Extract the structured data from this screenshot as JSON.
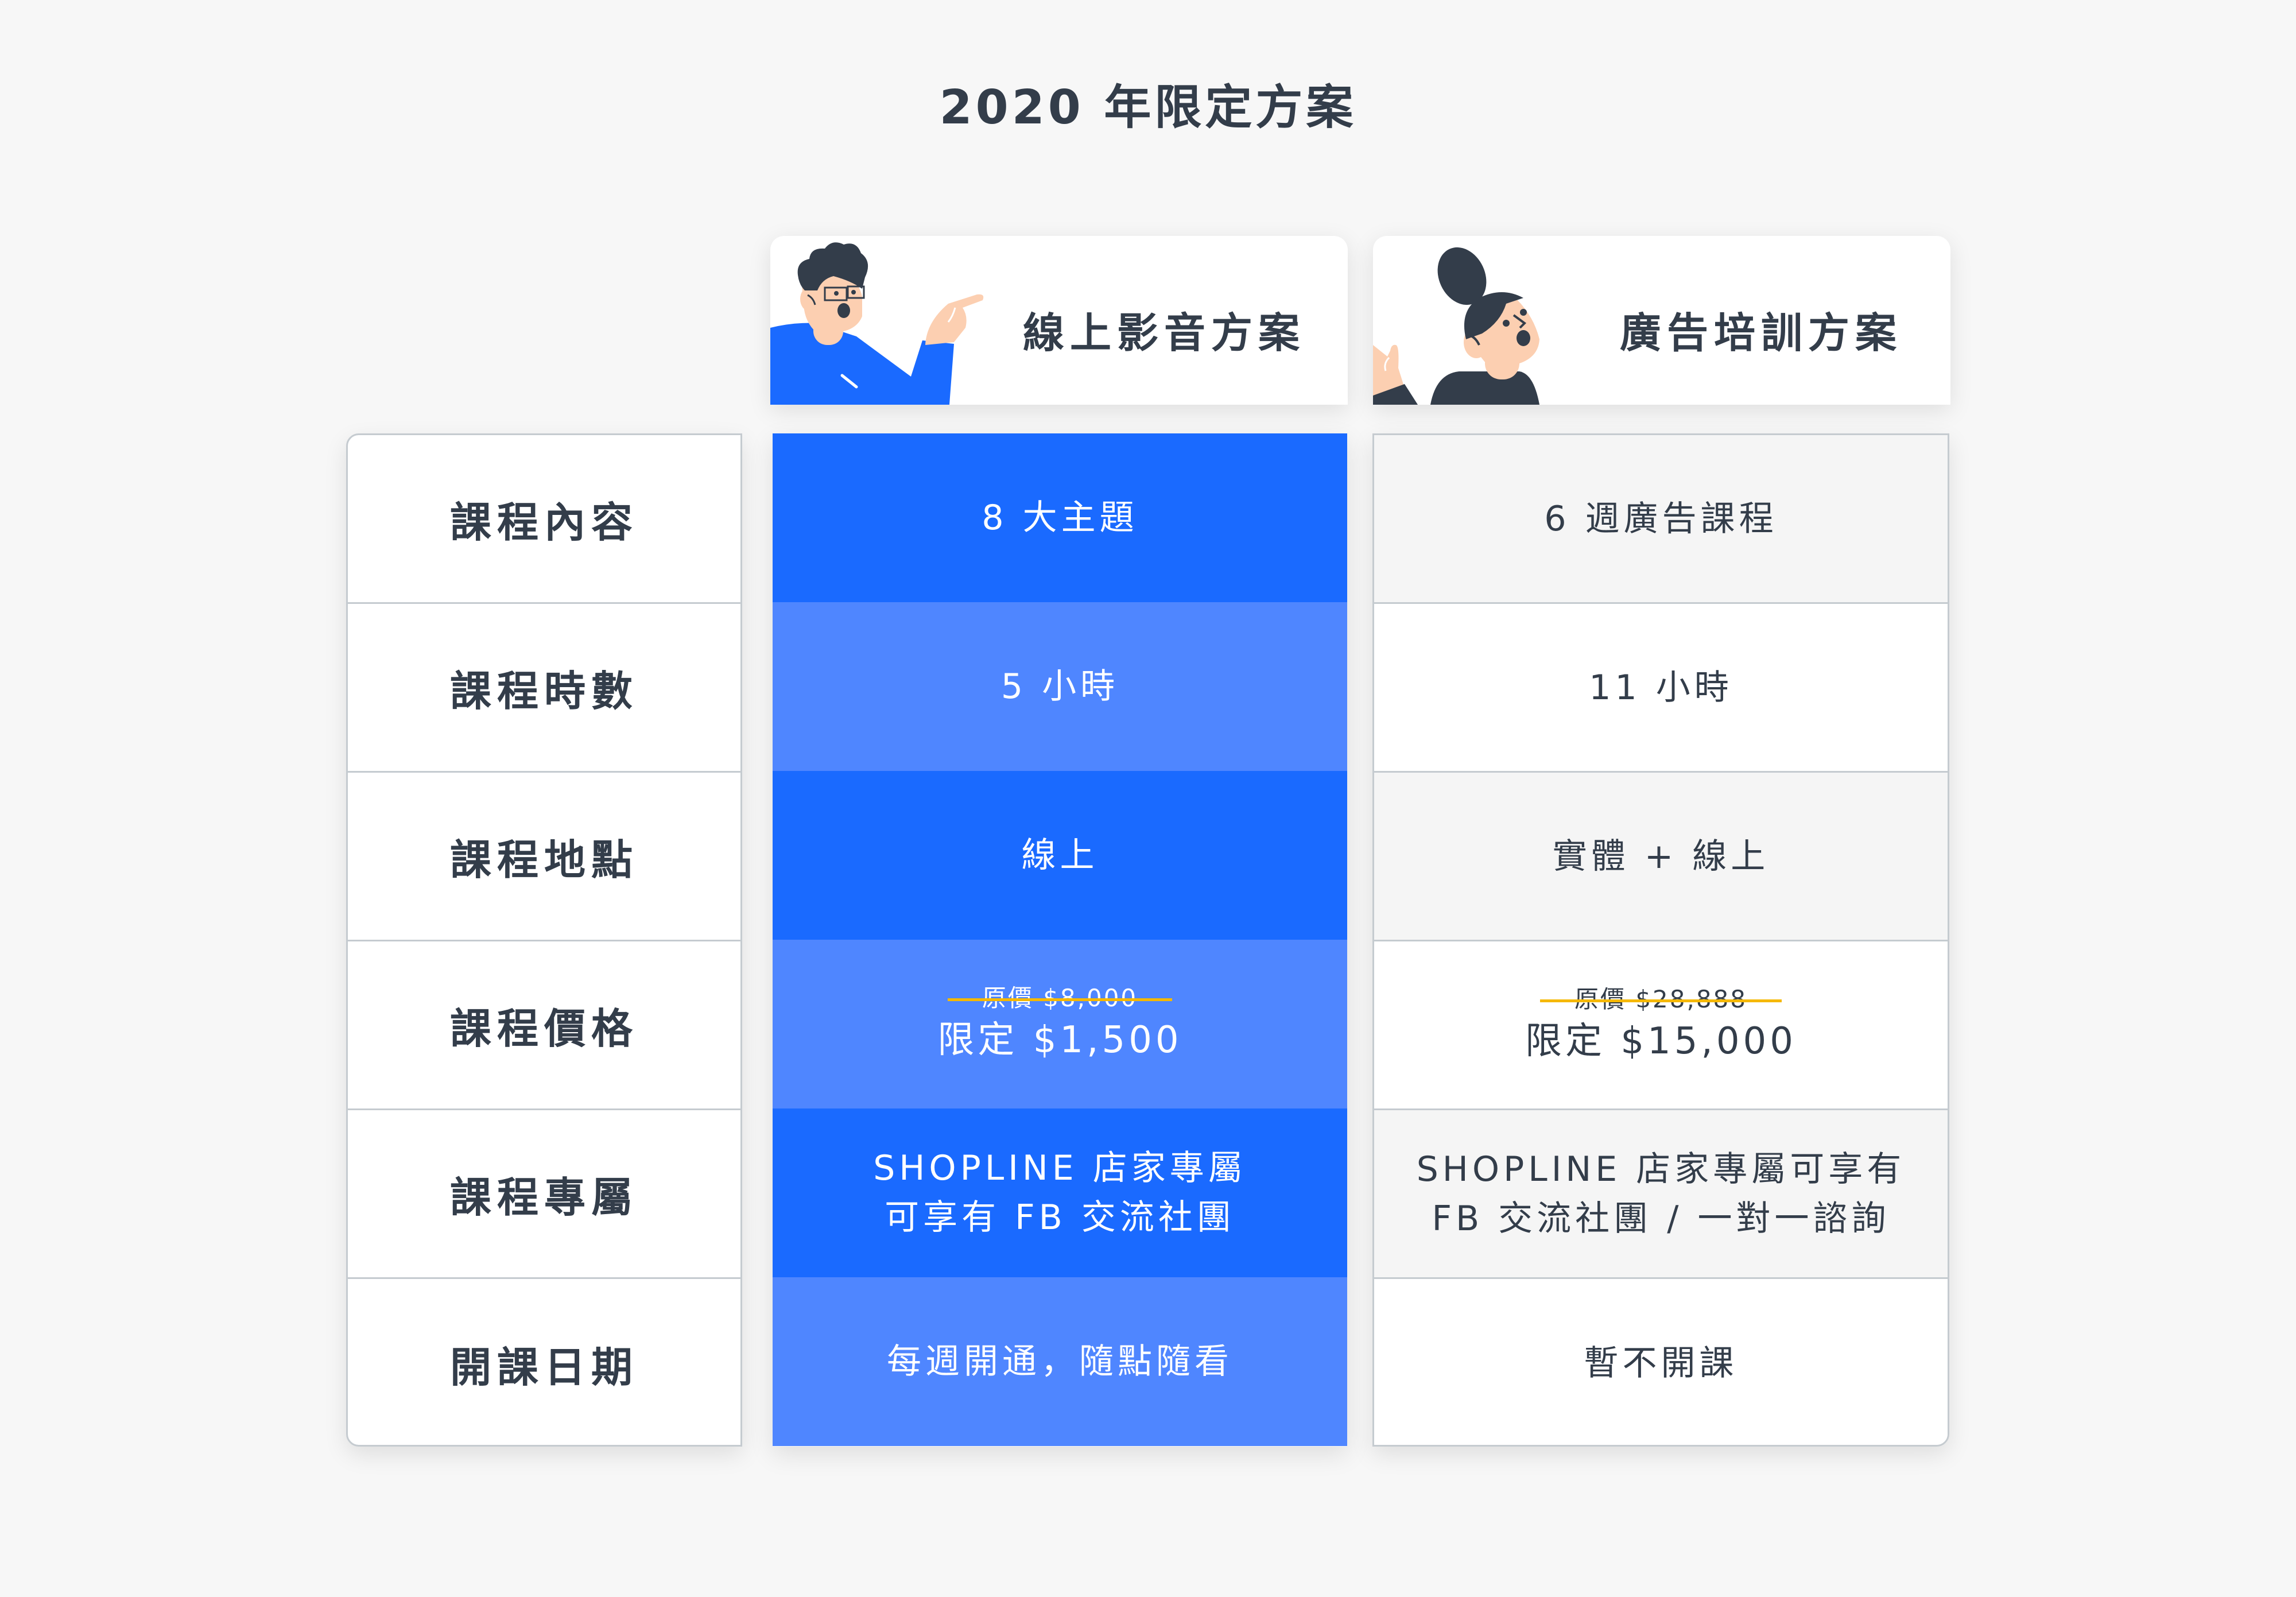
{
  "title": "2020 年限定方案",
  "colors": {
    "primary_blue": "#1a6aff",
    "light_blue": "#4f86ff",
    "text_dark": "#333d4a",
    "strike_yellow": "#f5b800",
    "row_grey": "#f5f5f5",
    "border": "#c5cbd0",
    "background": "#f7f7f7"
  },
  "plans": [
    {
      "title": "線上影音方案",
      "illustration": "man-pointing-illustration"
    },
    {
      "title": "廣告培訓方案",
      "illustration": "woman-worried-illustration"
    }
  ],
  "rows": [
    {
      "label": "課程內容",
      "online": "8 大主題",
      "ads": "6 週廣告課程"
    },
    {
      "label": "課程時數",
      "online": "5 小時",
      "ads": "11 小時"
    },
    {
      "label": "課程地點",
      "online": "線上",
      "ads": "實體 + 線上"
    },
    {
      "label": "課程價格",
      "online": {
        "original": "原價 $8,000",
        "sale": "限定 $1,500"
      },
      "ads": {
        "original": "原價 $28,888",
        "sale": "限定 $15,000"
      }
    },
    {
      "label": "課程專屬",
      "online": [
        "SHOPLINE 店家專屬",
        "可享有 FB 交流社團"
      ],
      "ads": [
        "SHOPLINE 店家專屬可享有",
        "FB 交流社團 /  一對一諮詢"
      ]
    },
    {
      "label": "開課日期",
      "online": "每週開通，隨點隨看",
      "ads": "暫不開課"
    }
  ]
}
